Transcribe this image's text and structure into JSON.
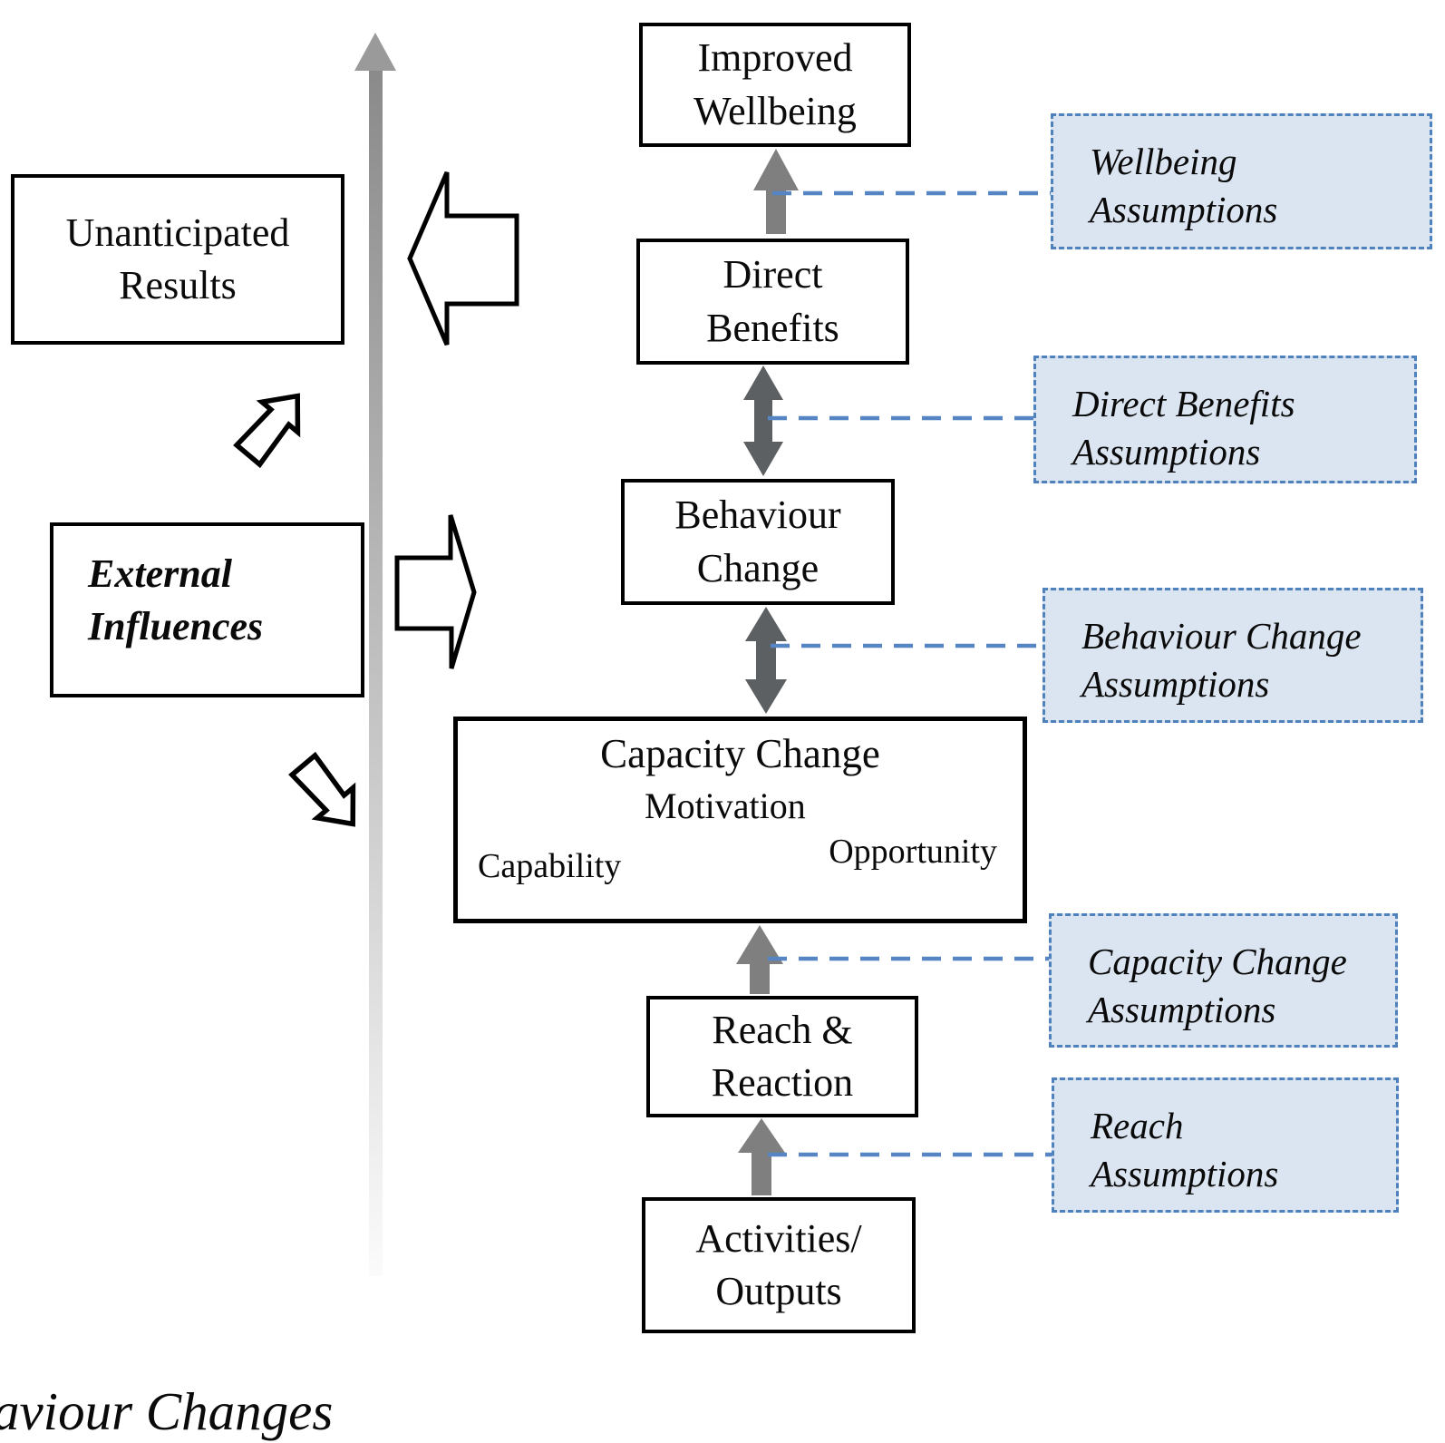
{
  "diagram": {
    "caption_fragment": "aviour Changes",
    "side": {
      "unanticipated_results": "Unanticipated\nResults",
      "external_influences": "External\nInfluences"
    },
    "chain": [
      {
        "label": "Activities/\nOutputs"
      },
      {
        "label": "Reach &\nReaction"
      },
      {
        "label": "Capacity Change",
        "sub": {
          "motivation": "Motivation",
          "capability": "Capability",
          "opportunity": "Opportunity"
        }
      },
      {
        "label": "Behaviour\nChange"
      },
      {
        "label": "Direct\nBenefits"
      },
      {
        "label": "Improved\nWellbeing"
      }
    ],
    "assumptions": [
      {
        "label": "Wellbeing\nAssumptions"
      },
      {
        "label": "Direct Benefits\nAssumptions"
      },
      {
        "label": "Behaviour Change\nAssumptions"
      },
      {
        "label": "Capacity Change\nAssumptions"
      },
      {
        "label": "Reach\nAssumptions"
      }
    ],
    "colors": {
      "assumption_fill": "#dbe5f1",
      "assumption_border": "#4f81bd",
      "connector_dash": "#5585c2",
      "arrow_gray": "#7f7f7f",
      "arrow_dark_gray": "#5c6063",
      "vertical_arrow_gray": "#9a9a9a",
      "box_border": "#000000"
    }
  }
}
